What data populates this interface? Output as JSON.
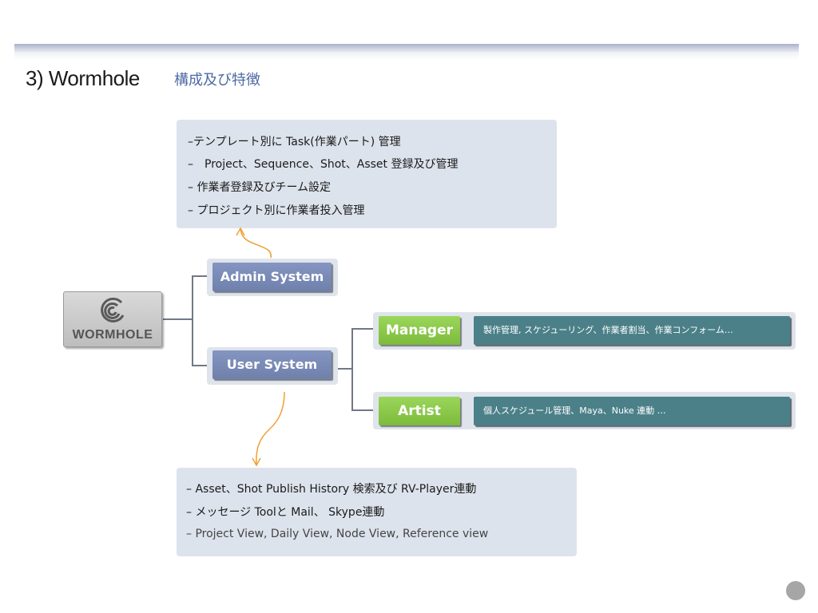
{
  "slide": {
    "title": "3) Wormhole",
    "subtitle": "構成及び特徴"
  },
  "logo": {
    "text": "WORMHOLE"
  },
  "admin_features": [
    "–テンプレート別に Task(作業パート) 管理",
    "–　Project、Sequence、Shot、Asset 登録及び管理",
    "– 作業者登録及びチーム設定",
    "– プロジェクト別に作業者投入管理"
  ],
  "systems": {
    "admin": "Admin System",
    "user": "User System"
  },
  "roles": {
    "manager": {
      "label": "Manager",
      "desc": "製作管理, スケジューリング、作業者割当、作業コンフォーム…"
    },
    "artist": {
      "label": "Artist",
      "desc": "個人スケジュール管理、Maya、Nuke 連動 …"
    }
  },
  "user_features": [
    "–  Asset、Shot Publish History 検索及び RV-Player連動",
    "–  メッセージ Toolと Mail、 Skype連動",
    "–   Project View, Daily View, Node View, Reference view"
  ],
  "colors": {
    "system_button": "#7888b5",
    "role_button": "#8cc84b",
    "role_desc": "#4b8089",
    "arrow": "#f0a030",
    "connector": "#707888"
  },
  "icons": {
    "logo": "wormhole-swirl-icon",
    "page": "page-dot-icon"
  }
}
